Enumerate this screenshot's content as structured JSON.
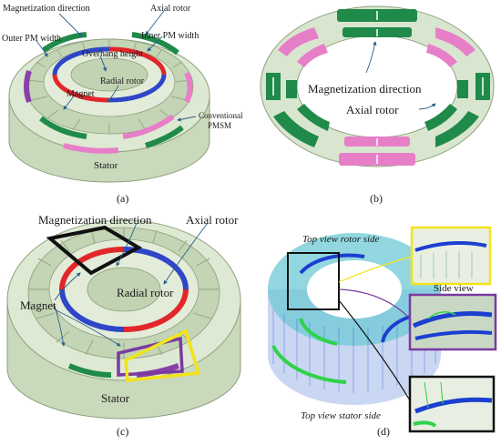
{
  "panel_a": {
    "caption": "(a)",
    "labels": {
      "magnetization_direction": "Magnetization direction",
      "axial_rotor": "Axial rotor",
      "outer_pm_width": "Outer PM width",
      "inner_pm_width": "Inner PM width",
      "overhang_height": "Overhang height",
      "radial_rotor": "Radial rotor",
      "magnet": "Magnet",
      "conventional_line1": "Conventional",
      "conventional_line2": "PMSM",
      "stator": "Stator"
    }
  },
  "panel_b": {
    "caption": "(b)",
    "labels": {
      "magnetization_direction": "Magnetization direction",
      "axial_rotor": "Axial rotor"
    }
  },
  "panel_c": {
    "caption": "(c)",
    "labels": {
      "magnetization_direction": "Magnetization direction",
      "axial_rotor": "Axial rotor",
      "radial_rotor": "Radial rotor",
      "magnet": "Magnet",
      "stator": "Stator"
    }
  },
  "panel_d": {
    "caption": "(d)",
    "labels": {
      "top_view_rotor_side": "Top view rotor side",
      "side_view": "Side view",
      "top_view_stator_side": "Top view stator side"
    }
  },
  "colors": {
    "stator": "#d9e6cf",
    "stator_dark": "#b7c9a8",
    "green_magnet": "#1f8a4a",
    "pink_magnet": "#e77fc8",
    "red_magnet": "#e3262a",
    "blue_magnet": "#2f46c8",
    "purple_magnet": "#8a3fa8",
    "leader": "#2a5f8a",
    "loop_black": "#111111",
    "loop_purple": "#7a3aa0",
    "loop_yellow": "#f2e31a",
    "field_blue": "#1b3fd0",
    "field_green": "#2fd24a"
  },
  "icons": [
    "arrow-up-icon",
    "arrow-down-icon"
  ]
}
